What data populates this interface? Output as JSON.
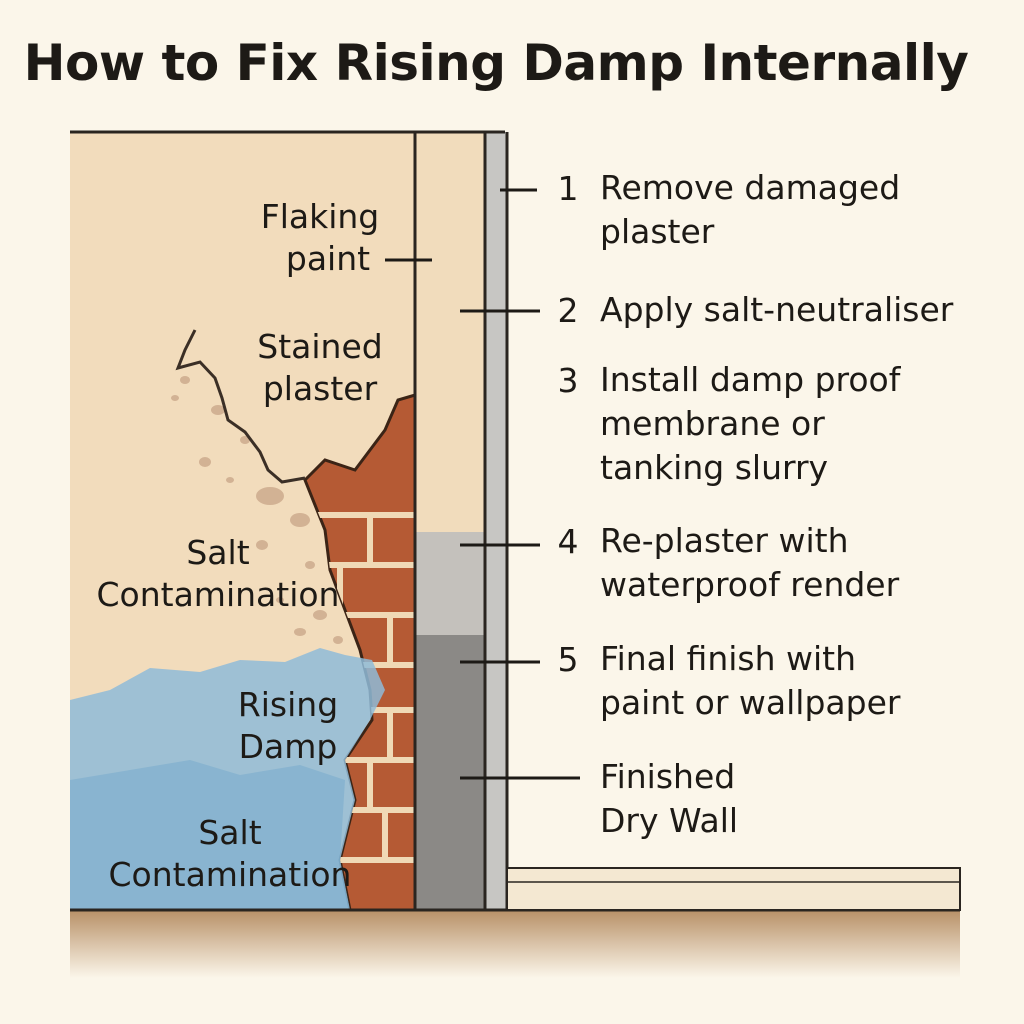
{
  "title": "How to Fix Rising Damp Internally",
  "labels": {
    "flaking_paint": [
      "Flaking",
      "paint"
    ],
    "stained_plaster": [
      "Stained",
      "plaster"
    ],
    "salt_contamination_upper": [
      "Salt",
      "Contamination"
    ],
    "rising_damp": [
      "Rising",
      "Damp"
    ],
    "salt_contamination_lower": [
      "Salt",
      "Contamination"
    ]
  },
  "steps": [
    {
      "number": "1",
      "lines": [
        "Remove damaged",
        "plaster"
      ]
    },
    {
      "number": "2",
      "lines": [
        "Apply salt-neutraliser"
      ]
    },
    {
      "number": "3",
      "lines": [
        "Install damp proof",
        "membrane or",
        "tanking slurry"
      ]
    },
    {
      "number": "4",
      "lines": [
        "Re-plaster with",
        "waterproof render"
      ]
    },
    {
      "number": "5",
      "lines": [
        "Final finish with",
        "paint or wallpaper"
      ]
    }
  ],
  "finished": {
    "lines": [
      "Finished",
      "Dry Wall"
    ]
  },
  "colors": {
    "background": "#fbf6ea",
    "plaster": "#f2dcbc",
    "brick": "#b55a34",
    "damp": "#8fbbd8",
    "salt": "#d2b294",
    "render_grey": "#c4c1bc",
    "finish_dark": "#8b8986",
    "floor": "#b58d63"
  }
}
